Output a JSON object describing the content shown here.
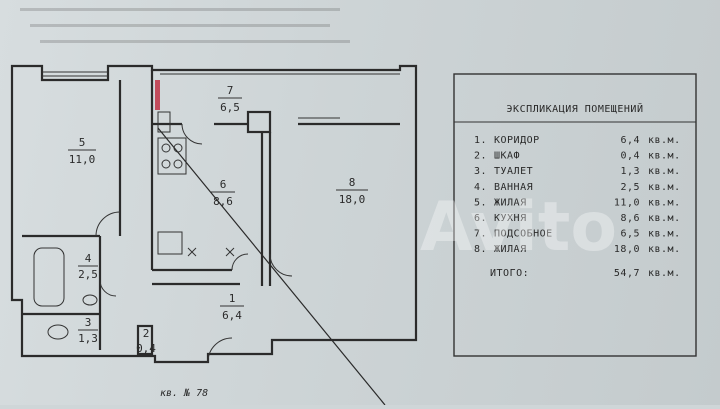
{
  "plan": {
    "apartment_label": "кв. № 78",
    "rooms": [
      {
        "id": "room-5",
        "num": "5",
        "area": "11,0"
      },
      {
        "id": "room-7",
        "num": "7",
        "area": "6,5"
      },
      {
        "id": "room-6",
        "num": "6",
        "area": "8,6"
      },
      {
        "id": "room-8",
        "num": "8",
        "area": "18,0"
      },
      {
        "id": "room-4",
        "num": "4",
        "area": "2,5"
      },
      {
        "id": "room-3",
        "num": "3",
        "area": "1,3"
      },
      {
        "id": "room-2",
        "num": "2",
        "area": "0,4"
      },
      {
        "id": "room-1",
        "num": "1",
        "area": "6,4"
      }
    ]
  },
  "legend": {
    "title": "ЭКСПЛИКАЦИЯ  ПОМЕЩЕНИЙ",
    "unit": "кв.м.",
    "rows": [
      {
        "n": "1.",
        "name": "КОРИДОР",
        "area": "6,4"
      },
      {
        "n": "2.",
        "name": "ШКАФ",
        "area": "0,4"
      },
      {
        "n": "3.",
        "name": "ТУАЛЕТ",
        "area": "1,3"
      },
      {
        "n": "4.",
        "name": "ВАННАЯ",
        "area": "2,5"
      },
      {
        "n": "5.",
        "name": "ЖИЛАЯ",
        "area": "11,0"
      },
      {
        "n": "6.",
        "name": "КУХНЯ",
        "area": "8,6"
      },
      {
        "n": "7.",
        "name": "ПОДСОБНОЕ",
        "area": "6,5"
      },
      {
        "n": "8.",
        "name": "ЖИЛАЯ",
        "area": "18,0"
      }
    ],
    "total_label": "ИТОГО:",
    "total_value": "54,7",
    "total_unit": "кв.м."
  },
  "watermark": "Avito"
}
